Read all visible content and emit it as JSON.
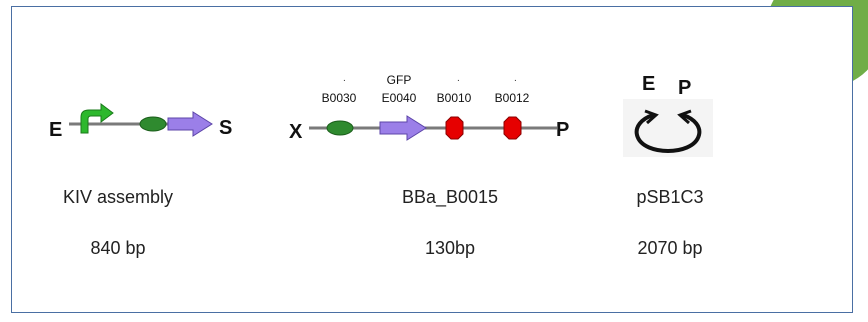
{
  "constructs": [
    {
      "name": "KIV assembly",
      "size": "840 bp",
      "left_site": "E",
      "right_site": "S"
    },
    {
      "name": "BBa_B0015",
      "size": "130bp",
      "left_site": "X",
      "right_site": "P",
      "parts": [
        {
          "top": "",
          "id": "B0030"
        },
        {
          "top": "GFP",
          "id": "E0040"
        },
        {
          "top": "",
          "id": "B0010"
        },
        {
          "top": "",
          "id": "B0012"
        }
      ]
    },
    {
      "name": "pSB1C3",
      "size": "2070 bp",
      "left_site": "E",
      "right_site": "P"
    }
  ],
  "colors": {
    "frame": "#4a6fa3",
    "corner_circle": "#70ad47",
    "promoter": "#2db82d",
    "rbs": "#2f8a2f",
    "cds": "#9b7fe8",
    "terminator": "#e60000",
    "backbone_line": "#7a7a7a"
  },
  "icons": [
    "promoter-arrow-icon",
    "rbs-oval-icon",
    "cds-arrow-icon",
    "terminator-octagon-icon",
    "plasmid-loop-icon"
  ]
}
